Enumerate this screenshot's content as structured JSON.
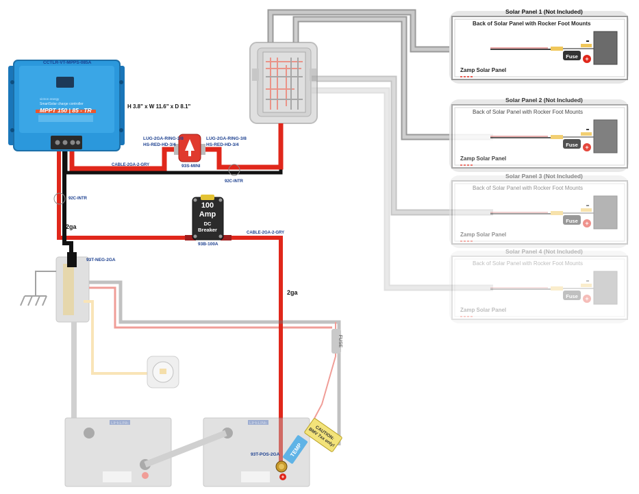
{
  "controller": {
    "part_number": "CCTLR-VT-MPPS-085A",
    "dimensions": "H 3.8\" x W 11.6\" x D 8.1\"",
    "brand_line": "victron energy",
    "subtitle": "SmartSolar charge controller",
    "model": "MPPT 150 | 85 - TR"
  },
  "mini_breaker": {
    "part_number": "93S-MINI",
    "lug_left": "LUG-2GA-RING-3/8",
    "hs_left": "HS-RED-HD-3/4",
    "lug_right": "LUG-2GA-RING-3/8",
    "hs_right": "HS-RED-HD-3/4"
  },
  "dc_breaker": {
    "part_number": "93B-100A",
    "rating": "100",
    "unit": "Amp",
    "line1": "DC",
    "line2": "Breaker"
  },
  "wires": {
    "cable_top": "CABLE-2GA-2-GRY",
    "cable_mid": "CABLE-2GA-2-GRY",
    "intr_top": "92C-INTR",
    "intr_left": "92C-INTR",
    "gauge_left": "2ga",
    "gauge_right": "2ga"
  },
  "terminals": {
    "neg": "93T-NEG-2GA",
    "pos": "93T-POS-2GA"
  },
  "fuse_inline": "FUSE",
  "temp_sensor": "TEMP",
  "caution": {
    "line1": "CAUTION:",
    "line2": "BMV 7xx only!"
  },
  "battery_brand": "LIFELINE",
  "solar_panels": [
    {
      "title": "Solar Panel 1 (Not Included)",
      "subtitle": "Back of Solar Panel with Rocker Foot Mounts",
      "brand": "Zamp Solar Panel",
      "fuse": "Fuse",
      "minus": "-",
      "plus": "+",
      "opacity": 1.0
    },
    {
      "title": "Solar Panel 2 (Not Included)",
      "subtitle": "Back of Solar Panel with Rocker Foot Mounts",
      "brand": "Zamp Solar Panel",
      "fuse": "Fuse",
      "minus": "-",
      "plus": "+",
      "opacity": 0.85
    },
    {
      "title": "Solar Panel 3 (Not Included)",
      "subtitle": "Back of Solar Panel with Rocker Foot Mounts",
      "brand": "Zamp Solar Panel",
      "fuse": "Fuse",
      "minus": "-",
      "plus": "+",
      "opacity": 0.5
    },
    {
      "title": "Solar Panel 4 (Not Included)",
      "subtitle": "Back of Solar Panel with Rocker Foot Mounts",
      "brand": "Zamp Solar Panel",
      "fuse": "Fuse",
      "minus": "-",
      "plus": "+",
      "opacity": 0.3
    }
  ],
  "colors": {
    "positive": "#e0271b",
    "negative": "#111111",
    "gray_cable": "#a9a9a9",
    "victron_blue": "#1f8fd8",
    "breaker_red": "#e03a2e"
  }
}
